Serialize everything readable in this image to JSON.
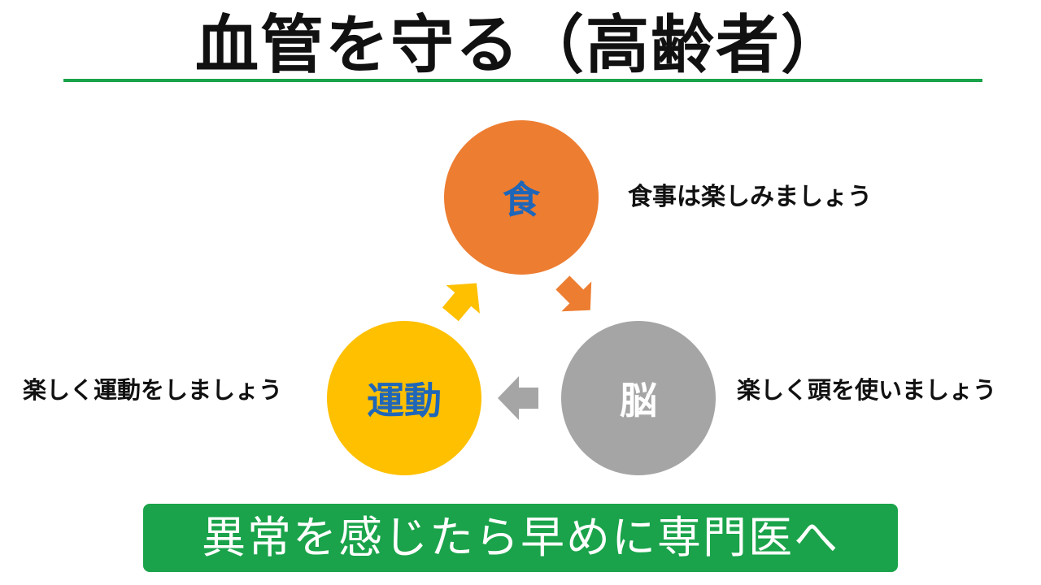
{
  "slide": {
    "title": "血管を守る（高齢者）",
    "banner_text": "異常を感じたら早めに専門医へ"
  },
  "cycle": {
    "nodes": [
      {
        "id": "food",
        "label": "食",
        "caption": "食事は楽しみましょう",
        "fill": "#ed7d31",
        "text_color": "#1f66b8"
      },
      {
        "id": "brain",
        "label": "脳",
        "caption": "楽しく頭を使いましょう",
        "fill": "#a5a5a5",
        "text_color": "#ffffff"
      },
      {
        "id": "exercise",
        "label": "運動",
        "caption": "楽しく運動をしましょう",
        "fill": "#ffc000",
        "text_color": "#1f66b8"
      }
    ],
    "arrows": [
      {
        "from": "food",
        "to": "brain",
        "color": "#ed7d31"
      },
      {
        "from": "brain",
        "to": "exercise",
        "color": "#a5a5a5"
      },
      {
        "from": "exercise",
        "to": "food",
        "color": "#ffc000"
      }
    ]
  },
  "colors": {
    "accent_green": "#1aa34a",
    "title_text": "#111111"
  }
}
